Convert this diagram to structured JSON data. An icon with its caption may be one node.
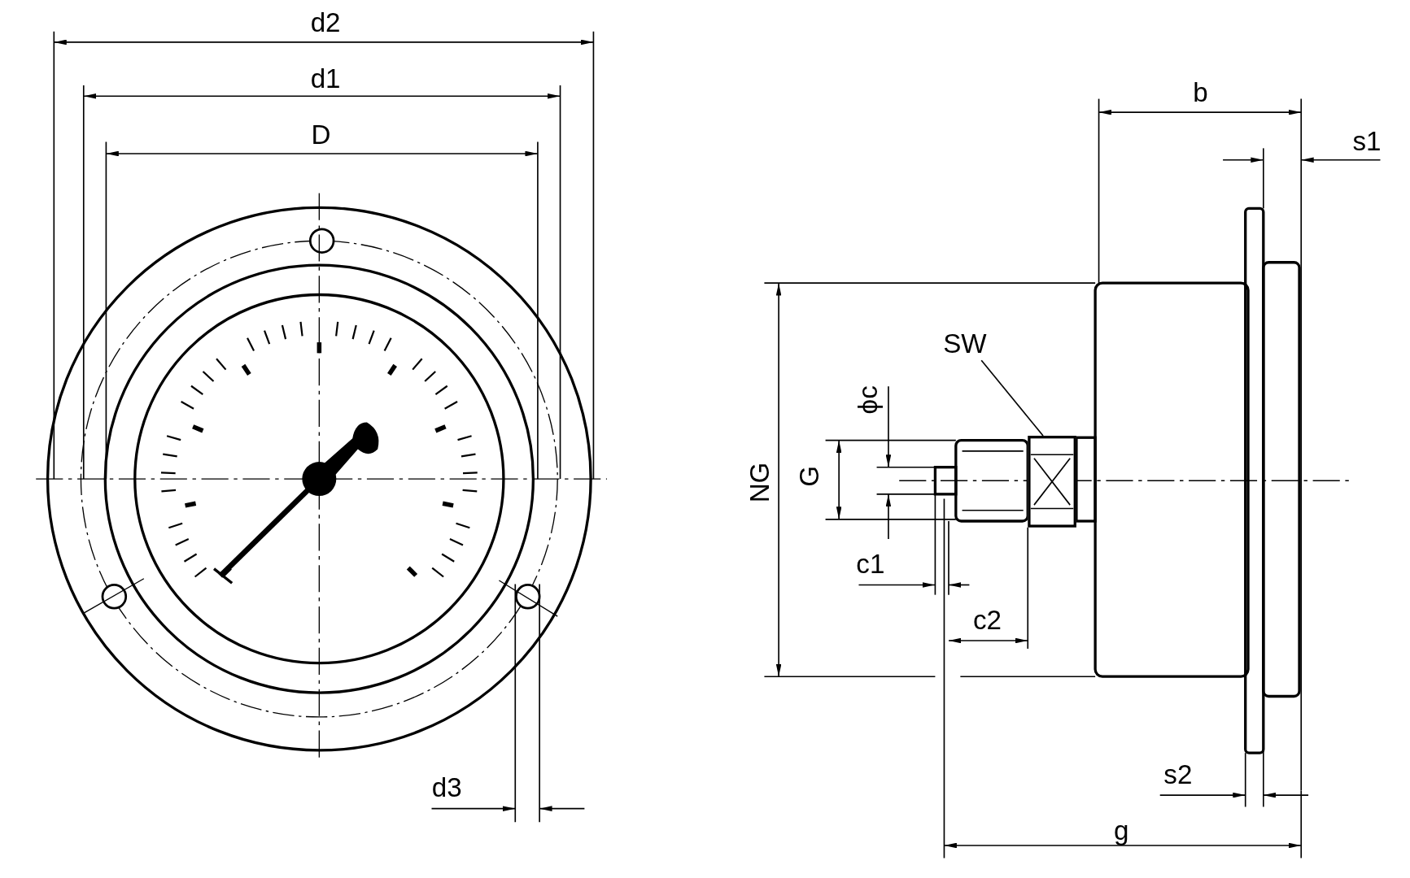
{
  "diagram": {
    "nodes": [
      {
        "text": [
          "SW"
        ]
      },
      {
        "text": [],
        "shape": "box"
      }
    ],
    "edges": [
      {
        "from": 0,
        "to": 1,
        "arrow": "none"
      }
    ],
    "labels": [
      "d2",
      "d1",
      "D",
      "b",
      "s1",
      "NG",
      "ϕc",
      "G",
      "c1",
      "c2",
      "d3",
      "s2",
      "g"
    ]
  }
}
